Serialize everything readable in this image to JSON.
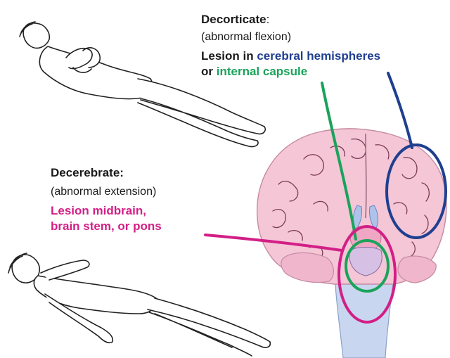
{
  "decorticate": {
    "title": "Decorticate",
    "colon": ":",
    "desc": "(abnormal flexion)",
    "lesion_prefix": "Lesion in ",
    "lesion_area_1": "cerebral hemispheres",
    "lesion_joiner": "or ",
    "lesion_area_2": "internal capsule"
  },
  "decerebrate": {
    "title": "Decerebrate:",
    "desc": "(abnormal extension)",
    "lesion_line_1": "Lesion midbrain,",
    "lesion_line_2": "brain stem, or pons"
  },
  "colors": {
    "blue": "#1f3f8f",
    "green": "#1aa35a",
    "magenta": "#d21f86",
    "brain_pink": "#f4c6d6",
    "brain_fold": "#e9a9c1",
    "stem": "#c9d6ef"
  }
}
